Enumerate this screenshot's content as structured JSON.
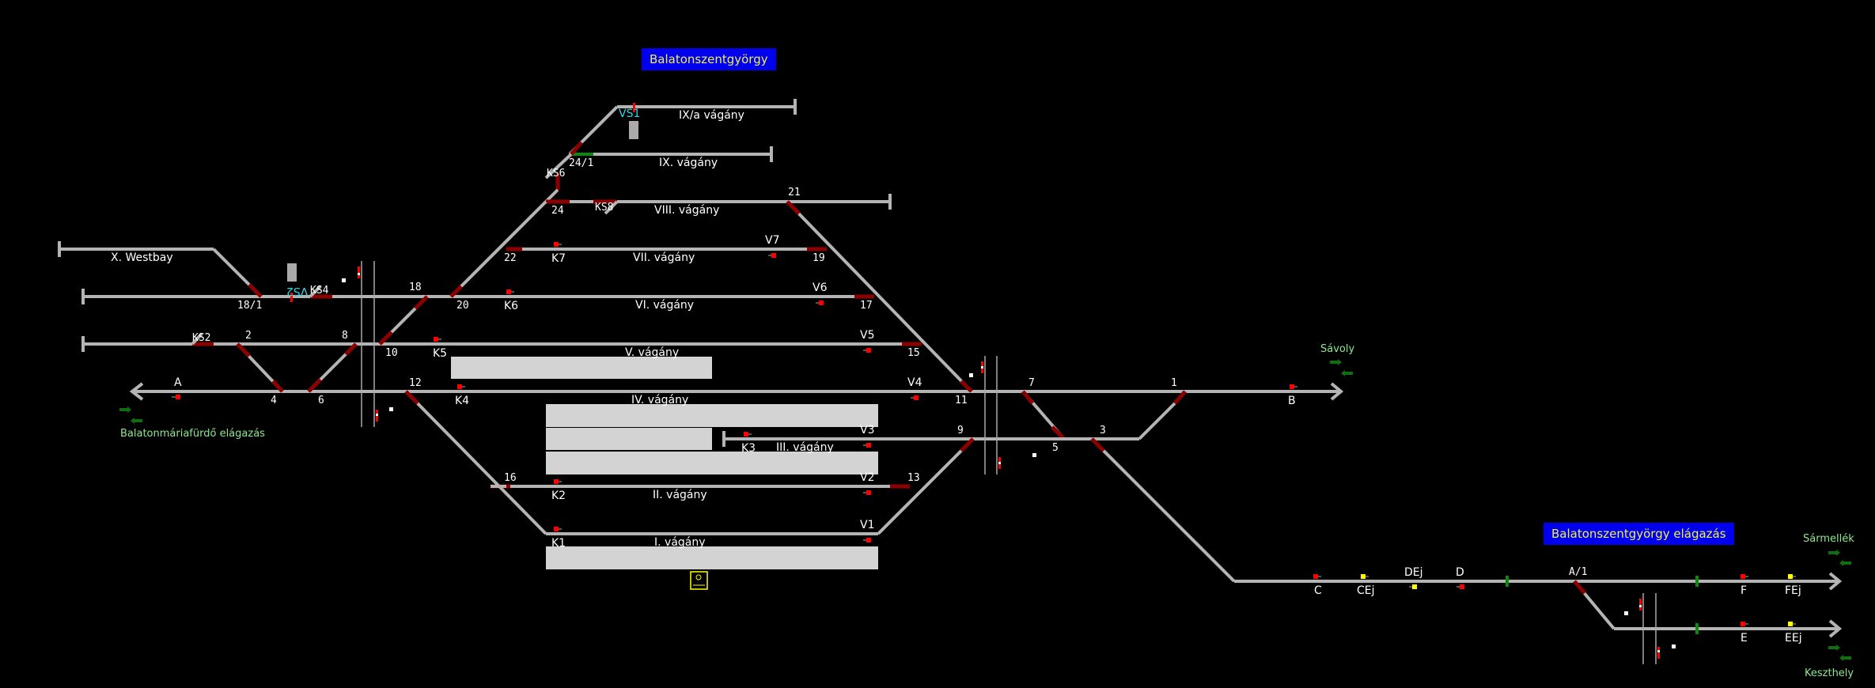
{
  "stations": {
    "main_title": "Balatonszentgyörgy",
    "junction_title": "Balatonszentgyörgy elágazás"
  },
  "directions": {
    "west": "Balatonmáriafürdő elágazás",
    "east": "Sávoly",
    "sarmellek": "Sármellék",
    "keszthely": "Keszthely"
  },
  "tracks": {
    "ixa": "IX/a vágány",
    "ix": "IX. vágány",
    "viii": "VIII. vágány",
    "vii": "VII. vágány",
    "vi": "VI. vágány",
    "v": "V. vágány",
    "iv": "IV. vágány",
    "iii": "III. vágány",
    "ii": "II. vágány",
    "i": "I. vágány",
    "x": "X. Westbay"
  },
  "switches": {
    "s1": "1",
    "s2": "2",
    "s3": "3",
    "s4": "4",
    "s5": "5",
    "s6": "6",
    "s7": "7",
    "s8": "8",
    "s9": "9",
    "s10": "10",
    "s11": "11",
    "s12": "12",
    "s13": "13",
    "s15": "15",
    "s16": "16",
    "s17": "17",
    "s18": "18",
    "s19": "19",
    "s20": "20",
    "s21": "21",
    "s22": "22",
    "s24": "24",
    "s24_1": "24/1",
    "s18_1": "18/1",
    "sA1": "A/1"
  },
  "signals": {
    "A": "A",
    "B": "B",
    "C": "C",
    "CEj": "CEj",
    "DEj": "DEj",
    "D": "D",
    "E": "E",
    "EEj": "EEj",
    "F": "F",
    "FEj": "FEj",
    "K1": "K1",
    "K2": "K2",
    "K3": "K3",
    "K4": "K4",
    "K5": "K5",
    "K6": "K6",
    "K7": "K7",
    "V1": "V1",
    "V2": "V2",
    "V3": "V3",
    "V4": "V4",
    "V5": "V5",
    "V6": "V6",
    "V7": "V7",
    "VS1": "VS1",
    "VS2": "VS2",
    "KS2": "KS2",
    "KS4": "KS4",
    "KS6": "KS6",
    "KS8": "KS8"
  },
  "colors": {
    "track": "#b4b4b4",
    "switch_occupied": "#8b0000",
    "route_set": "#0a8a0a",
    "signal_stop": "#ff0000",
    "signal_caution": "#ffff00",
    "title_bg": "#0000ee",
    "title_text": "#f0f04a",
    "direction_text": "#8ee88e",
    "platform": "#d3d3d3"
  }
}
